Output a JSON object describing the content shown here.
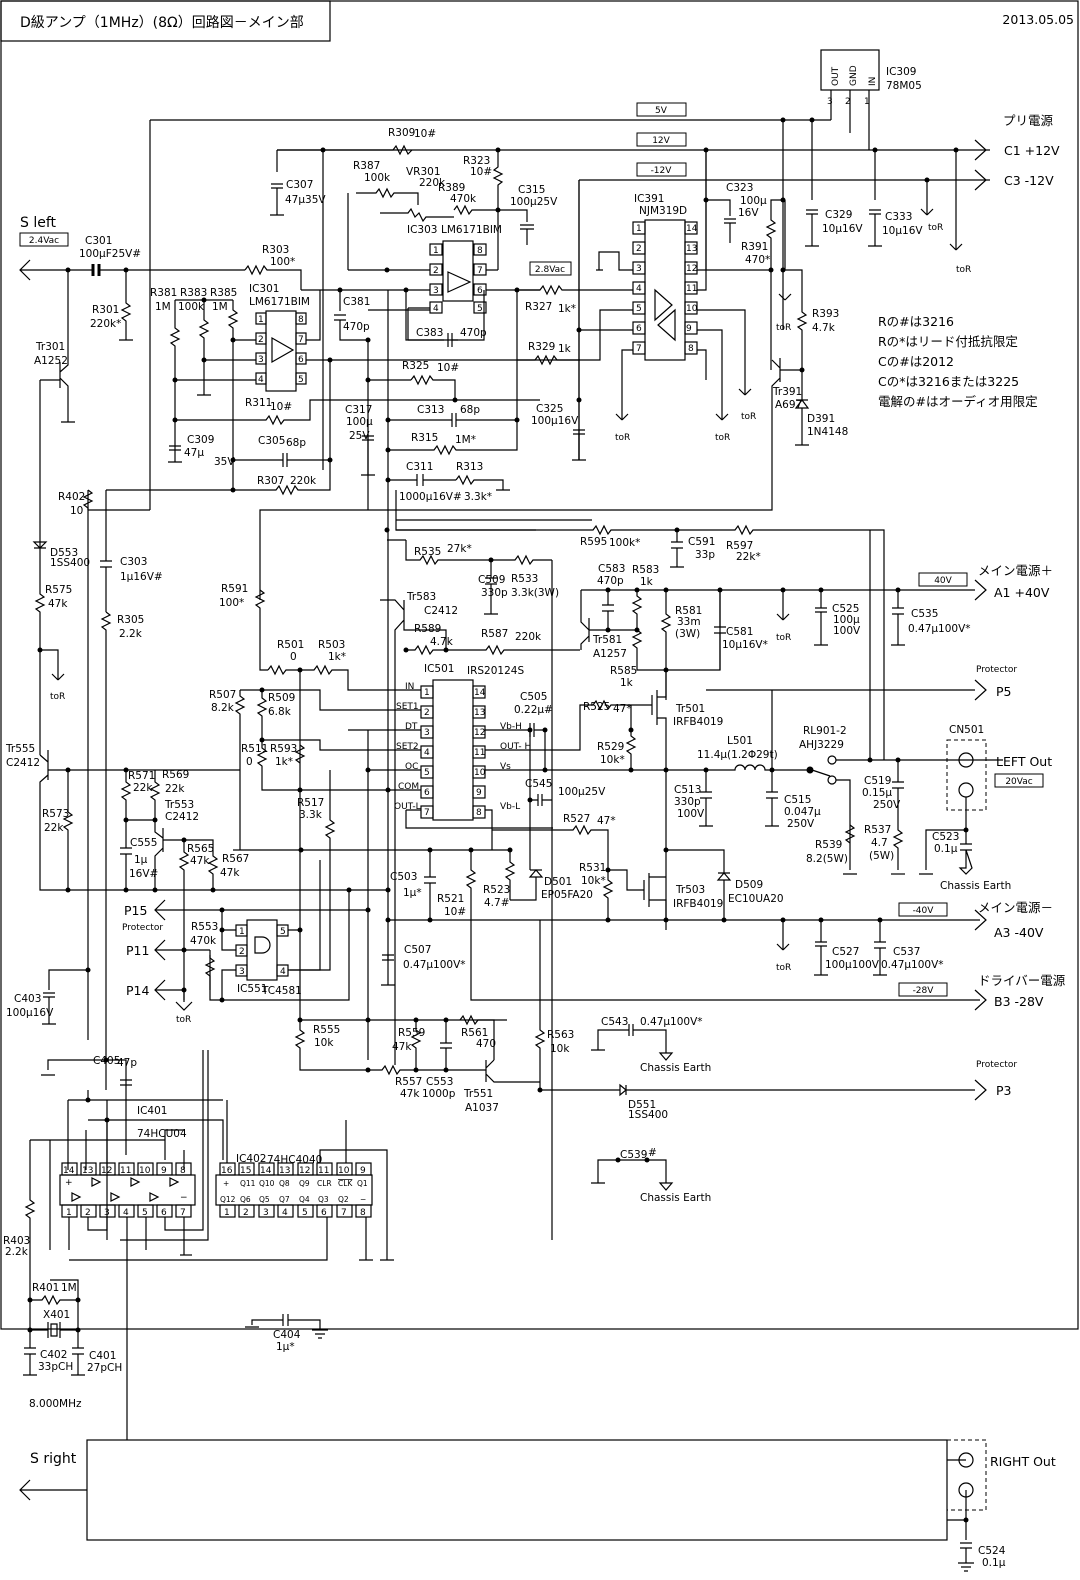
{
  "header": {
    "title": "D級アンプ（1MHz）(8Ω）回路図－メイン部",
    "date": "2013.05.05"
  },
  "notes": [
    "Rの#は3216",
    "Rの*はリード付抵抗限定",
    "Cの#は2012",
    "Cの*は3216または3225",
    "電解の#はオーディオ用限定"
  ],
  "rails": {
    "v5": "5V",
    "v12": "12V",
    "vm12": "-12V",
    "v40": "40V",
    "vm40": "-40V",
    "vm28": "-28V",
    "ac_in": "2.4Vac",
    "ac_mid": "2.8Vac",
    "ac_out": "20Vac"
  },
  "ports": {
    "s_left": "S left",
    "s_right": "S right",
    "pre_power": "プリ電源",
    "c1": "C1 +12V",
    "c3": "C3 -12V",
    "main_plus": "メイン電源＋",
    "a1": "A1 +40V",
    "main_minus": "メイン電源－",
    "a3": "A3 -40V",
    "driver_power": "ドライバー電源",
    "b3": "B3 -28V",
    "protector": "Protector",
    "p5": "P5",
    "p3": "P3",
    "p15": "P15",
    "p11": "P11",
    "p14": "P14",
    "left_out": "LEFT Out",
    "right_out": "RIGHT Out",
    "to_r": "toR",
    "chassis_earth": "Chassis Earth",
    "crystal_freq": "8.000MHz"
  },
  "ics": {
    "ic309": {
      "ref": "IC309",
      "part": "78M05",
      "pins": [
        "OUT",
        "GND",
        "IN"
      ],
      "pin_nums": [
        "3",
        "2",
        "1"
      ]
    },
    "ic301": {
      "ref": "IC301",
      "part": "LM6171BIM"
    },
    "ic303": {
      "ref": "IC303",
      "part": "LM6171BIM"
    },
    "ic391": {
      "ref": "IC391",
      "part": "NJM319D"
    },
    "ic501": {
      "ref": "IC501",
      "part": "IRS20124S",
      "left_pins": [
        "IN",
        "SET1",
        "DT",
        "SET2",
        "OC",
        "COM",
        "OUT-L"
      ],
      "right_pins": [
        "",
        "",
        "Vb-H",
        "OUT- H",
        "Vs",
        "",
        "Vb-L"
      ]
    },
    "ic551": {
      "ref": "IC551",
      "part": "TC4581"
    },
    "ic401": {
      "ref": "IC401",
      "part": "74HCU04"
    },
    "ic402": {
      "ref": "IC402",
      "part": "74HC4040",
      "top_labels": [
        "+",
        "Q11",
        "Q10",
        "Q8",
        "Q9",
        "CLR",
        "CLK",
        "Q1"
      ],
      "bottom_labels": [
        "Q12",
        "Q6",
        "Q5",
        "Q7",
        "Q4",
        "Q3",
        "Q2",
        "−"
      ]
    }
  },
  "components": {
    "c301": [
      "C301",
      "100μF25V#"
    ],
    "r303": [
      "R303",
      "100*"
    ],
    "r301": [
      "R301",
      "220k*"
    ],
    "tr301": [
      "Tr301",
      "A1252"
    ],
    "r309": [
      "R309",
      "10#"
    ],
    "c307": [
      "C307",
      "47μ35V"
    ],
    "r387": [
      "R387",
      "100k"
    ],
    "vr301": [
      "VR301",
      "220k"
    ],
    "r323": [
      "R323",
      "10#"
    ],
    "r389": [
      "R389",
      "470k"
    ],
    "c315": [
      "C315",
      "100μ25V"
    ],
    "r381": [
      "R381",
      "1M"
    ],
    "r383": [
      "R383",
      "100k"
    ],
    "r385": [
      "R385",
      "1M"
    ],
    "c381": [
      "C381",
      "470p"
    ],
    "c383": [
      "C383",
      "470p"
    ],
    "r327": [
      "R327",
      "1k*"
    ],
    "r329": [
      "R329",
      "1k"
    ],
    "r325": [
      "R325",
      "10#"
    ],
    "r311": [
      "R311",
      "10#"
    ],
    "c313": [
      "C313",
      "68p"
    ],
    "c317": [
      "C317",
      "100μ",
      "25V"
    ],
    "c325": [
      "C325",
      "100μ16V"
    ],
    "r315": [
      "R315",
      "1M*"
    ],
    "c309": [
      "C309",
      "47μ",
      "35V"
    ],
    "c305": [
      "C305",
      "68p"
    ],
    "r307": [
      "R307",
      "220k"
    ],
    "c311": [
      "C311",
      "1000μ16V#"
    ],
    "r313": [
      "R313",
      "3.3k*"
    ],
    "c323": [
      "C323",
      "100μ",
      "16V"
    ],
    "r391": [
      "R391",
      "470*"
    ],
    "c329": [
      "C329",
      "10μ16V"
    ],
    "c333": [
      "C333",
      "10μ16V"
    ],
    "r393": [
      "R393",
      "4.7k"
    ],
    "tr391": [
      "Tr391",
      "A697"
    ],
    "d391": [
      "D391",
      "1N4148"
    ],
    "r402": [
      "R402",
      "10"
    ],
    "d553": [
      "D553",
      "1SS400"
    ],
    "c303": [
      "C303",
      "1μ16V#"
    ],
    "r575": [
      "R575",
      "47k"
    ],
    "r305": [
      "R305",
      "2.2k"
    ],
    "r591": [
      "R591",
      "100*"
    ],
    "r535": [
      "R535",
      "27k*"
    ],
    "r533": [
      "R533",
      "3.3k(3W)"
    ],
    "c509": [
      "C509",
      "330p"
    ],
    "r595": [
      "R595",
      "100k*"
    ],
    "c591": [
      "C591",
      "33p"
    ],
    "r597": [
      "R597",
      "22k*"
    ],
    "tr583": [
      "Tr583",
      "C2412"
    ],
    "r589": [
      "R589",
      "4.7k"
    ],
    "r587": [
      "R587",
      "220k"
    ],
    "c583": [
      "C583",
      "470p"
    ],
    "r583": [
      "R583",
      "1k"
    ],
    "r581": [
      "R581",
      "33m",
      "(3W)"
    ],
    "c581": [
      "C581",
      "10μ16V*"
    ],
    "tr581": [
      "Tr581",
      "A1257"
    ],
    "r585": [
      "R585",
      "1k"
    ],
    "c525": [
      "C525",
      "100μ",
      "100V"
    ],
    "c535": [
      "C535",
      "0.47μ100V*"
    ],
    "r501": [
      "R501",
      "0"
    ],
    "r503": [
      "R503",
      "1k*"
    ],
    "r507": [
      "R507",
      "8.2k"
    ],
    "r509": [
      "R509",
      "6.8k"
    ],
    "r511": [
      "R511",
      "0"
    ],
    "r593": [
      "R593",
      "1k*"
    ],
    "r517": [
      "R517",
      "3.3k"
    ],
    "c505": [
      "C505",
      "0.22μ#"
    ],
    "r525": [
      "R525",
      "47*"
    ],
    "r529": [
      "R529",
      "10k*"
    ],
    "tr501": [
      "Tr501",
      "IRFB4019"
    ],
    "l501": [
      "L501",
      "11.4μ(1.2Φ29t)"
    ],
    "rl901": [
      "RL901-2",
      "AHJ3229"
    ],
    "cn501": [
      "CN501"
    ],
    "c545": [
      "C545",
      "100μ25V"
    ],
    "c513": [
      "C513",
      "330p",
      "100V"
    ],
    "c515": [
      "C515",
      "0.047μ",
      "250V"
    ],
    "c519": [
      "C519",
      "0.15μ",
      "250V"
    ],
    "r539": [
      "R539",
      "8.2(5W)"
    ],
    "r537": [
      "R537",
      "4.7",
      "(5W)"
    ],
    "c523": [
      "C523",
      "0.1μ"
    ],
    "r527": [
      "R527",
      "47*"
    ],
    "r531": [
      "R531",
      "10k*"
    ],
    "tr503": [
      "Tr503",
      "IRFB4019"
    ],
    "d509": [
      "D509",
      "EC10UA20"
    ],
    "d501": [
      "D501",
      "EP05FA20"
    ],
    "r523": [
      "R523",
      "4.7#"
    ],
    "r521": [
      "R521",
      "10#"
    ],
    "c503": [
      "C503",
      "1μ*"
    ],
    "c507": [
      "C507",
      "0.47μ100V*"
    ],
    "c527": [
      "C527",
      "100μ100V"
    ],
    "c537": [
      "C537",
      "0.47μ100V*"
    ],
    "tr555": [
      "Tr555",
      "C2412"
    ],
    "r573": [
      "R573",
      "22k"
    ],
    "r571": [
      "R571",
      "22k"
    ],
    "r569": [
      "R569",
      "22k"
    ],
    "tr553": [
      "Tr553",
      "C2412"
    ],
    "c555": [
      "C555",
      "1μ",
      "16V#"
    ],
    "r565": [
      "R565",
      "47k"
    ],
    "r567": [
      "R567",
      "47k"
    ],
    "r553": [
      "R553",
      "470k"
    ],
    "c403": [
      "C403",
      "100μ16V"
    ],
    "r555": [
      "R555",
      "10k"
    ],
    "r559": [
      "R559",
      "47k"
    ],
    "r561": [
      "R561",
      "470"
    ],
    "r557": [
      "R557",
      "47k"
    ],
    "c553": [
      "C553",
      "1000p"
    ],
    "tr551": [
      "Tr551",
      "A1037"
    ],
    "r563": [
      "R563",
      "10k"
    ],
    "c543": [
      "C543",
      "0.47μ100V*"
    ],
    "d551": [
      "D551",
      "1SS400"
    ],
    "c539": [
      "C539",
      "#"
    ],
    "c405": [
      "C405",
      "47p"
    ],
    "r403": [
      "R403",
      "2.2k"
    ],
    "r401": [
      "R401",
      "1M"
    ],
    "x401": [
      "X401"
    ],
    "c402": [
      "C402",
      "33pCH"
    ],
    "c401": [
      "C401",
      "27pCH"
    ],
    "c404": [
      "C404",
      "1μ*"
    ],
    "c524": [
      "C524",
      "0.1μ"
    ]
  }
}
